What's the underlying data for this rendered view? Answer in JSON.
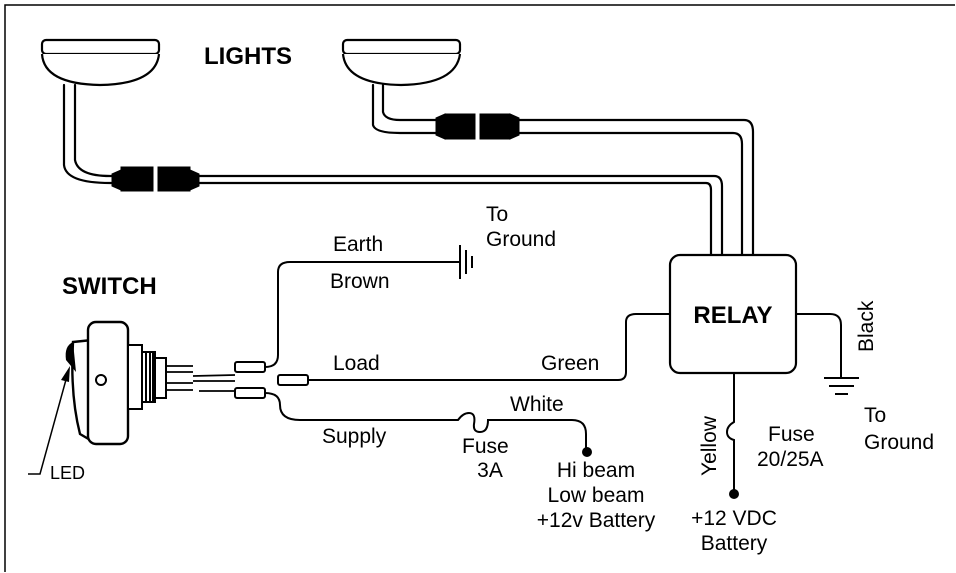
{
  "labels": {
    "lights": "LIGHTS",
    "switch": "SWITCH",
    "relay": "RELAY",
    "earth": "Earth",
    "brown": "Brown",
    "to_ground_top_1": "To",
    "to_ground_top_2": "Ground",
    "load": "Load",
    "green": "Green",
    "white": "White",
    "supply": "Supply",
    "fuse_small_1": "Fuse",
    "fuse_small_2": "3A",
    "hi_beam": "Hi beam",
    "low_beam": "Low beam",
    "battery_12v": "+12v Battery",
    "yellow": "Yellow",
    "fuse_relay_1": "Fuse",
    "fuse_relay_2": "20/25A",
    "vdc_1": "+12 VDC",
    "vdc_2": "Battery",
    "black": "Black",
    "to_ground_right_1": "To",
    "to_ground_right_2": "Ground",
    "led": "LED"
  }
}
